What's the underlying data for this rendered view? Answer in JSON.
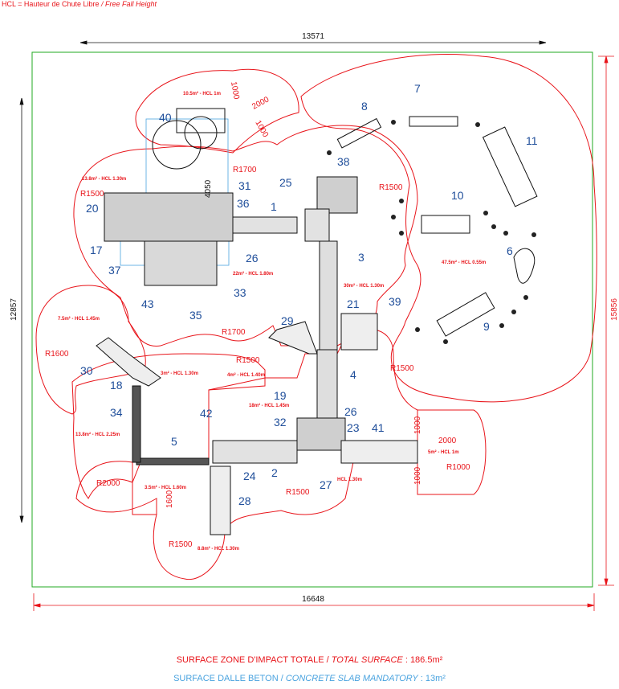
{
  "legend": {
    "hcl_fr": "HCL = Hauteur de Chute Libre",
    "hcl_en": "/ Free Fall Height"
  },
  "dimensions": {
    "top_width": "13571",
    "bottom_width": "16648",
    "left_height": "12857",
    "right_height": "15856",
    "d1000_a": "1000",
    "d2000_a": "2000",
    "d1000_b": "1000",
    "d4050": "4050",
    "d1000_c": "1000",
    "d2000_b": "2000",
    "d1000_d": "1000",
    "d1600": "1600"
  },
  "radii": {
    "r1700_a": "R1700",
    "r1500_a": "R1500",
    "r1500_b": "R1500",
    "r1700_b": "R1700",
    "r1600": "R1600",
    "r1500_c": "R1500",
    "r1500_d": "R1500",
    "r2000": "R2000",
    "r1500_e": "R1500",
    "r1000": "R1000",
    "r1500_f": "R1500"
  },
  "zones": {
    "z1": "10.5m² - HCL 1m",
    "z2": "13.8m² - HCL 1.30m",
    "z3": "22m² - HCL 1.80m",
    "z4": "7.5m² - HCL 1.45m",
    "z5": "3m² - HCL 1.30m",
    "z6": "4m² - HCL 1.40m",
    "z7": "30m² - HCL 1.30m",
    "z8": "47.5m² - HCL 0.55m",
    "z9": "18m² - HCL 1.45m",
    "z10": "13.8m² - HCL 2.25m",
    "z11": "5m² - HCL 1m",
    "z12": "3.5m² - HCL 1.60m",
    "z13": "HCL 1.30m",
    "z14": "8.8m² - HCL 1.30m"
  },
  "labels": [
    "7",
    "8",
    "40",
    "11",
    "38",
    "25",
    "31",
    "36",
    "1",
    "10",
    "20",
    "17",
    "37",
    "26",
    "3",
    "6",
    "33",
    "43",
    "35",
    "29",
    "21",
    "39",
    "9",
    "30",
    "18",
    "4",
    "19",
    "26",
    "34",
    "42",
    "32",
    "23",
    "41",
    "5",
    "24",
    "2",
    "27",
    "28"
  ],
  "summary": {
    "total_fr": "SURFACE ZONE D'IMPACT TOTALE /",
    "total_en": "TOTAL SURFACE",
    "total_value": ": 186.5m²",
    "slab_fr": "SURFACE DALLE BETON /",
    "slab_en": "CONCRETE SLAB MANDATORY",
    "slab_value": ": 13m²"
  },
  "colors": {
    "zone_outline": "#e8141a",
    "site_boundary": "#22aa22",
    "slab": "#4aa3df",
    "equipment": "#111111",
    "callout": "#1f4e9a"
  }
}
